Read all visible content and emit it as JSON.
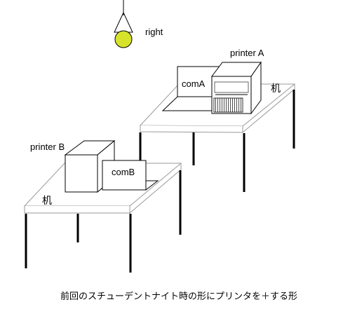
{
  "labels": {
    "light": "right",
    "printer_a": "printer A",
    "printer_b": "printer B",
    "computer_a": "comA",
    "computer_b": "comB",
    "desk_right": "机",
    "desk_left": "机"
  },
  "caption": "前回のスチューデントナイト時の形にプリンタを＋する形",
  "colors": {
    "bulb": "#d6e32a",
    "line": "#000000",
    "background": "#ffffff"
  }
}
